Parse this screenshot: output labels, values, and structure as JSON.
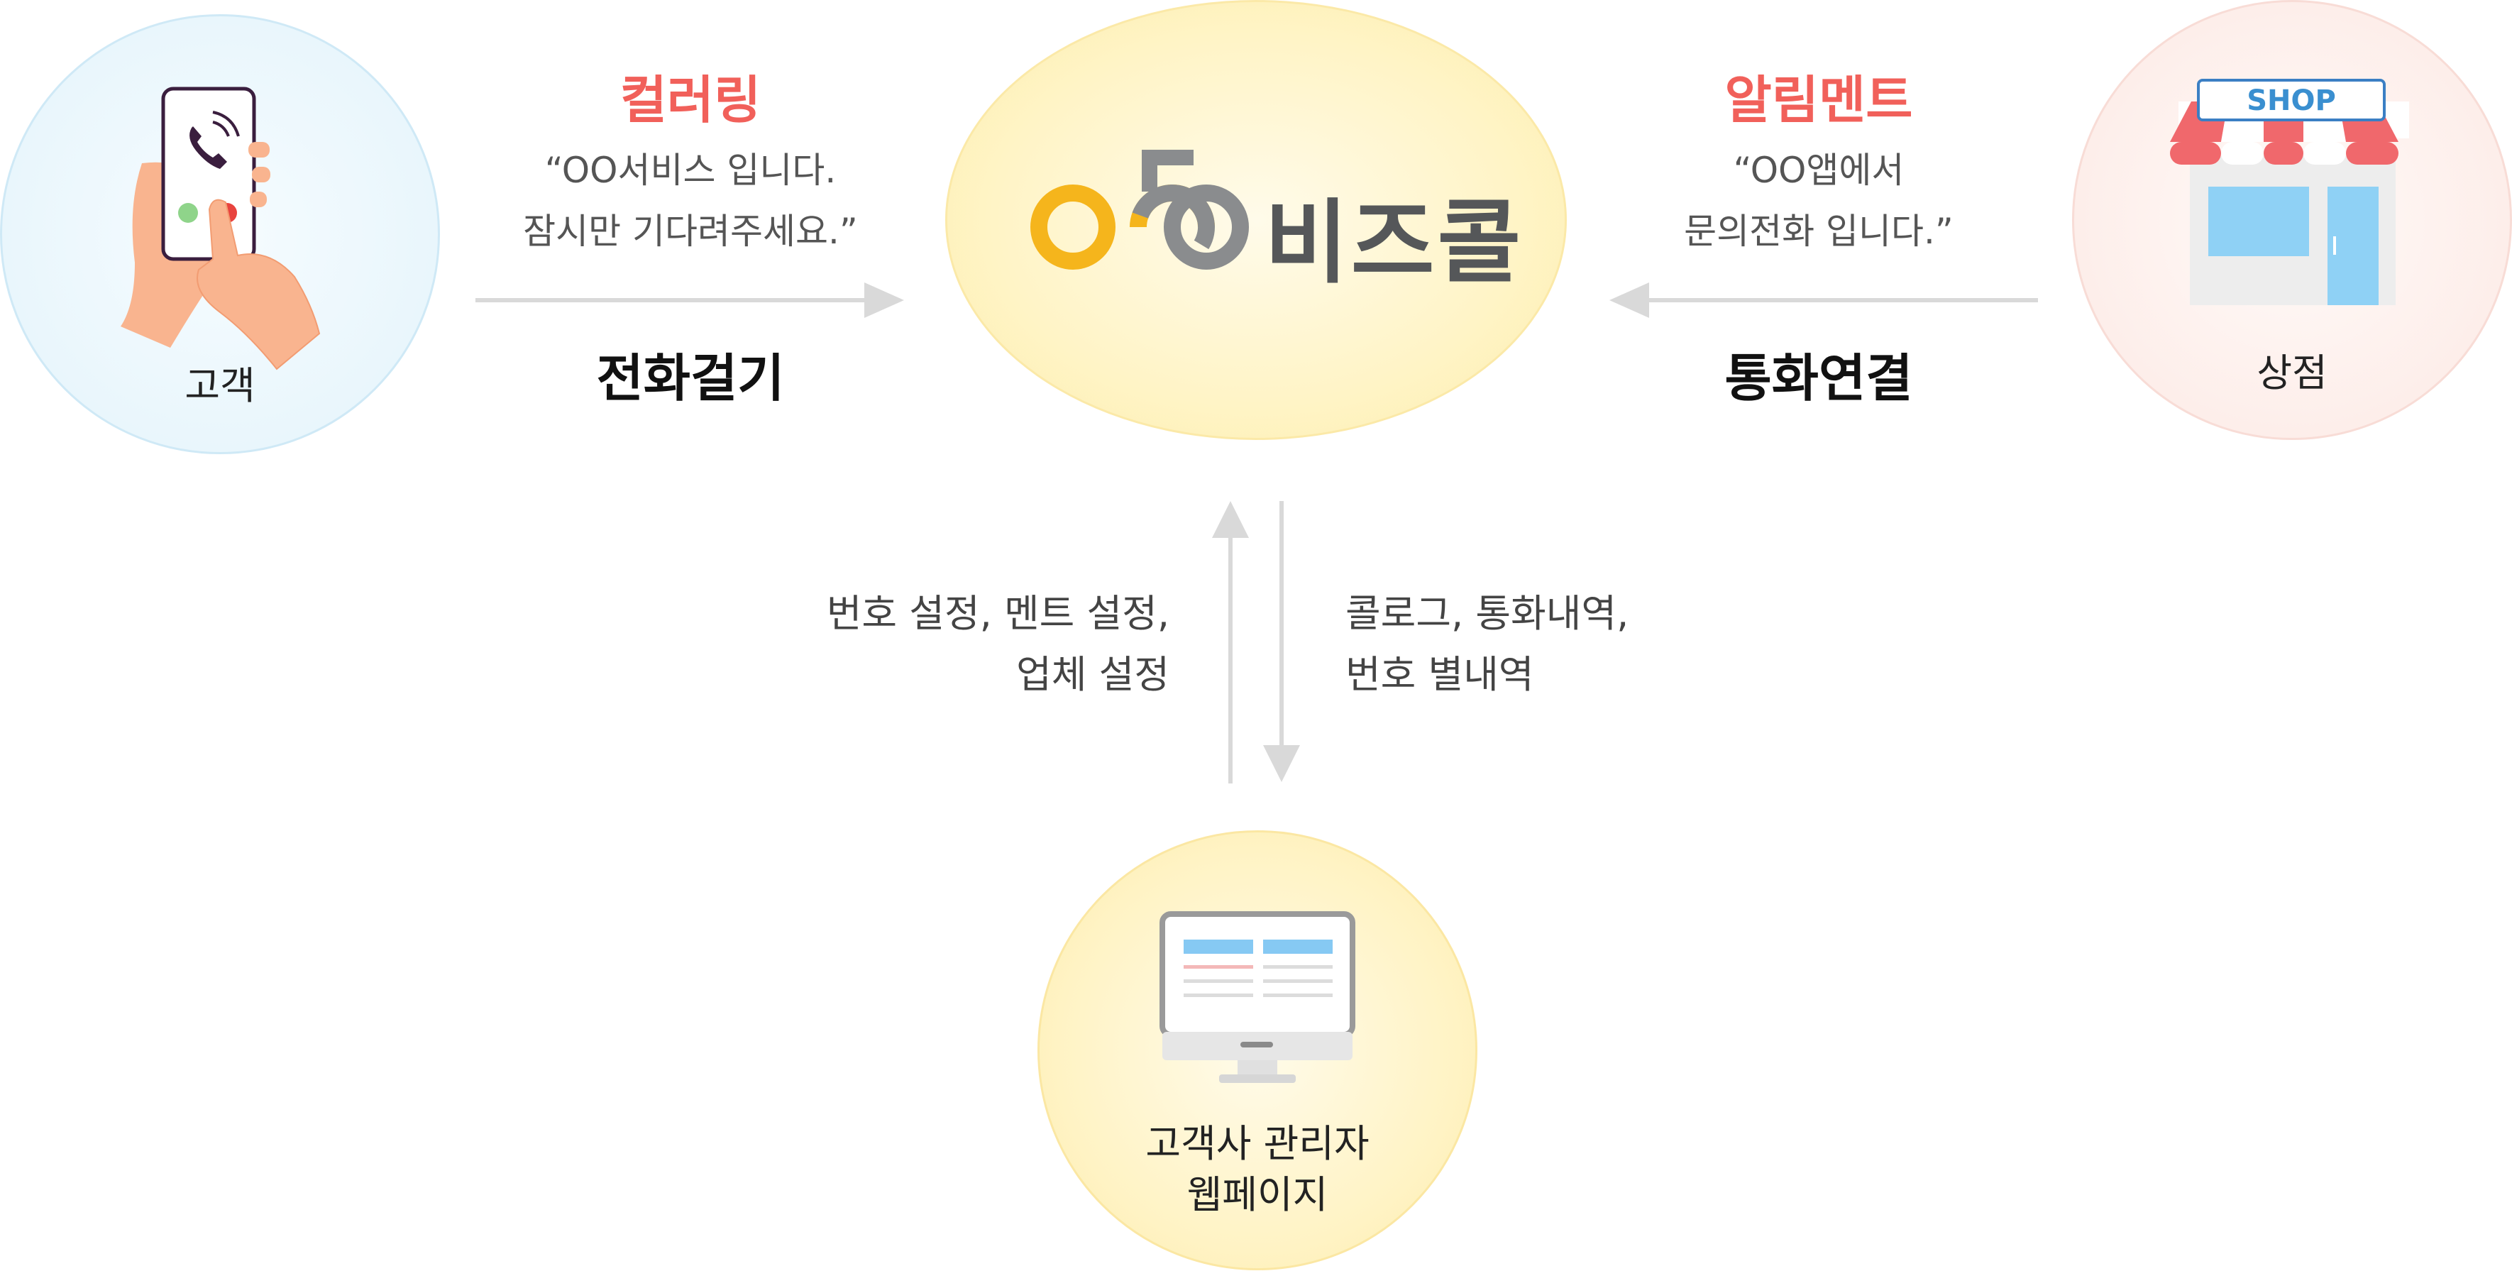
{
  "nodes": {
    "customer": {
      "label": "고객"
    },
    "center": {
      "brand": "비즈콜"
    },
    "shop": {
      "label": "상점",
      "sign": "SHOP"
    },
    "admin": {
      "label": "고객사 관리자\n웹페이지"
    }
  },
  "left_flow": {
    "title": "컬러링",
    "quote_line1": "“OO서비스 입니다.",
    "quote_line2": "잠시만 기다려주세요.”",
    "action": "전화걸기"
  },
  "right_flow": {
    "title": "알림멘트",
    "quote_line1": "“OO앱에서",
    "quote_line2": "문의전화 입니다.”",
    "action": "통화연결"
  },
  "up_flow": {
    "line1": "번호 설정, 멘트 설정,",
    "line2": "업체 설정"
  },
  "down_flow": {
    "line1": "콜로그, 통화내역,",
    "line2": "번호 별내역"
  },
  "colors": {
    "accent_red": "#f1605a",
    "logo_yellow": "#f5b51c",
    "logo_gray": "#8a8c8e",
    "arrow_gray": "#d9d9d9"
  }
}
